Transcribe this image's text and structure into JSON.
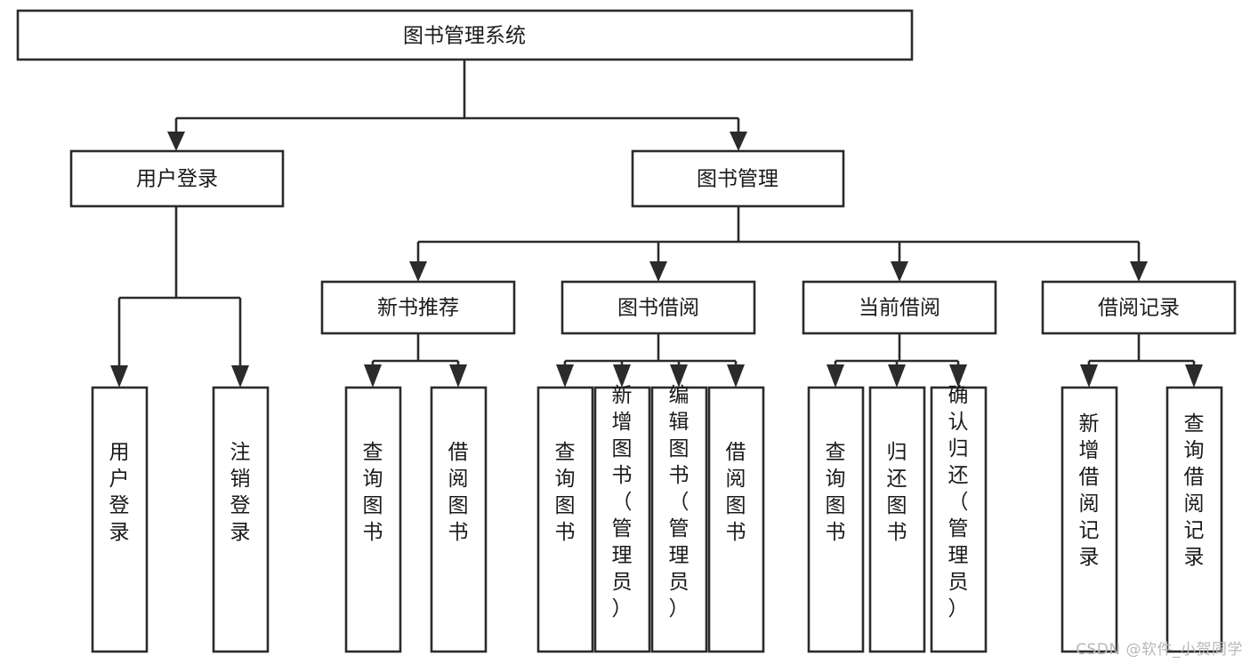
{
  "diagram": {
    "type": "tree-hierarchy-chart",
    "title": "图书管理系统",
    "watermark": "CSDN @软件_小贺同学",
    "colors": {
      "background": "#ffffff",
      "stroke": "#2b2b2b",
      "box_fill": "#ffffff",
      "text": "#1a1a1a",
      "watermark": "#b8b8b8"
    },
    "levels": [
      {
        "level": 1,
        "nodes": [
          {
            "id": "root",
            "label": "图书管理系统",
            "orientation": "horizontal"
          }
        ]
      },
      {
        "level": 2,
        "nodes": [
          {
            "id": "user-login",
            "label": "用户登录",
            "orientation": "horizontal",
            "parent": "root"
          },
          {
            "id": "book-manage",
            "label": "图书管理",
            "orientation": "horizontal",
            "parent": "root"
          }
        ]
      },
      {
        "level": 3,
        "nodes": [
          {
            "id": "new-book-rec",
            "label": "新书推荐",
            "orientation": "horizontal",
            "parent": "book-manage"
          },
          {
            "id": "book-borrow",
            "label": "图书借阅",
            "orientation": "horizontal",
            "parent": "book-manage"
          },
          {
            "id": "current-borrow",
            "label": "当前借阅",
            "orientation": "horizontal",
            "parent": "book-manage"
          },
          {
            "id": "borrow-record",
            "label": "借阅记录",
            "orientation": "horizontal",
            "parent": "book-manage"
          }
        ]
      },
      {
        "level": 4,
        "nodes": [
          {
            "id": "leaf-user-login",
            "label": "用户登录",
            "orientation": "vertical",
            "parent": "user-login"
          },
          {
            "id": "leaf-user-logout",
            "label": "注销登录",
            "orientation": "vertical",
            "parent": "user-login"
          },
          {
            "id": "leaf-query-book-1",
            "label": "查询图书",
            "orientation": "vertical",
            "parent": "new-book-rec"
          },
          {
            "id": "leaf-borrow-book-1",
            "label": "借阅图书",
            "orientation": "vertical",
            "parent": "new-book-rec"
          },
          {
            "id": "leaf-query-book-2",
            "label": "查询图书",
            "orientation": "vertical",
            "parent": "book-borrow"
          },
          {
            "id": "leaf-add-book",
            "label": "新增图书（管理员）",
            "orientation": "vertical",
            "parent": "book-borrow"
          },
          {
            "id": "leaf-edit-book",
            "label": "编辑图书（管理员）",
            "orientation": "vertical",
            "parent": "book-borrow"
          },
          {
            "id": "leaf-borrow-book-2",
            "label": "借阅图书",
            "orientation": "vertical",
            "parent": "book-borrow"
          },
          {
            "id": "leaf-query-book-3",
            "label": "查询图书",
            "orientation": "vertical",
            "parent": "current-borrow"
          },
          {
            "id": "leaf-return-book",
            "label": "归还图书",
            "orientation": "vertical",
            "parent": "current-borrow"
          },
          {
            "id": "leaf-confirm-return",
            "label": "确认归还（管理员）",
            "orientation": "vertical",
            "parent": "current-borrow"
          },
          {
            "id": "leaf-add-record",
            "label": "新增借阅记录",
            "orientation": "vertical",
            "parent": "borrow-record"
          },
          {
            "id": "leaf-query-record",
            "label": "查询借阅记录",
            "orientation": "vertical",
            "parent": "borrow-record"
          }
        ]
      }
    ]
  },
  "labels": {
    "root": "图书管理系统",
    "user_login": "用户登录",
    "book_manage": "图书管理",
    "new_book_rec": "新书推荐",
    "book_borrow": "图书借阅",
    "current_borrow": "当前借阅",
    "borrow_record": "借阅记录",
    "leaf_user_login": "用户登录",
    "leaf_user_logout": "注销登录",
    "leaf_query_book_1": "查询图书",
    "leaf_borrow_book_1": "借阅图书",
    "leaf_query_book_2": "查询图书",
    "leaf_add_book": "新增图书（管理员）",
    "leaf_edit_book": "编辑图书（管理员）",
    "leaf_borrow_book_2": "借阅图书",
    "leaf_query_book_3": "查询图书",
    "leaf_return_book": "归还图书",
    "leaf_confirm_return": "确认归还（管理员）",
    "leaf_add_record": "新增借阅记录",
    "leaf_query_record": "查询借阅记录",
    "watermark": "CSDN @软件_小贺同学"
  }
}
